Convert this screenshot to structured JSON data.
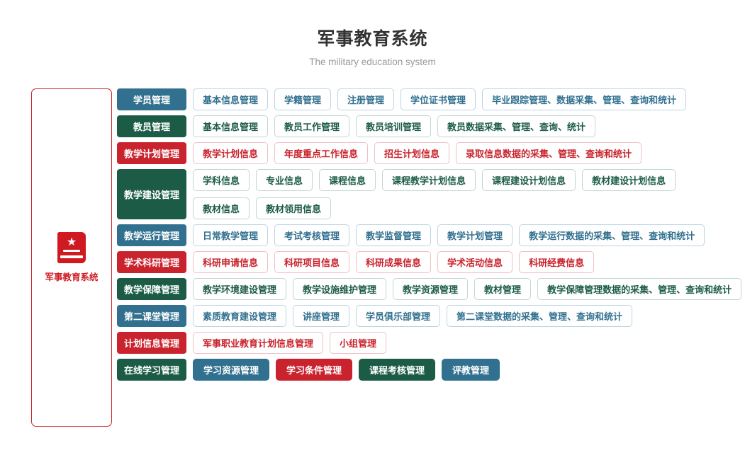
{
  "header": {
    "title": "军事教育系统",
    "subtitle": "The military education system"
  },
  "root": {
    "label": "军事教育系统",
    "icon": "book-star-icon",
    "color": "#cf1a21"
  },
  "colors": {
    "blue": "#31708f",
    "green": "#1c5c47",
    "red": "#c9232d"
  },
  "tree": {
    "rows": [
      {
        "parent": "学员管理",
        "color": "blue",
        "lines": [
          [
            "基本信息管理",
            "学籍管理",
            "注册管理",
            "学位证书管理",
            "毕业跟踪管理、数据采集、管理、查询和统计"
          ]
        ]
      },
      {
        "parent": "教员管理",
        "color": "green",
        "lines": [
          [
            "基本信息管理",
            "教员工作管理",
            "教员培训管理",
            "教员数据采集、管理、查询、统计"
          ]
        ]
      },
      {
        "parent": "教学计划管理",
        "color": "red",
        "lines": [
          [
            "教学计划信息",
            "年度重点工作信息",
            "招生计划信息",
            "录取信息数据的采集、管理、查询和统计"
          ]
        ]
      },
      {
        "parent": "教学建设管理",
        "color": "green",
        "lines": [
          [
            "学科信息",
            "专业信息",
            "课程信息",
            "课程教学计划信息",
            "课程建设计划信息",
            "教材建设计划信息"
          ],
          [
            "教材信息",
            "教材领用信息"
          ]
        ]
      },
      {
        "parent": "教学运行管理",
        "color": "blue",
        "lines": [
          [
            "日常教学管理",
            "考试考核管理",
            "教学监督管理",
            "教学计划管理",
            "教学运行数据的采集、管理、查询和统计"
          ]
        ]
      },
      {
        "parent": "学术科研管理",
        "color": "red",
        "lines": [
          [
            "科研申请信息",
            "科研项目信息",
            "科研成果信息",
            "学术活动信息",
            "科研经费信息"
          ]
        ]
      },
      {
        "parent": "教学保障管理",
        "color": "green",
        "lines": [
          [
            "教学环境建设管理",
            "教学设施维护管理",
            "教学资源管理",
            "教材管理",
            "教学保障管理数据的采集、管理、查询和统计"
          ]
        ]
      },
      {
        "parent": "第二课堂管理",
        "color": "blue",
        "lines": [
          [
            "素质教育建设管理",
            "讲座管理",
            "学员俱乐部管理",
            "第二课堂数据的采集、管理、查询和统计"
          ]
        ]
      },
      {
        "parent": "计划信息管理",
        "color": "red",
        "lines": [
          [
            "军事职业教育计划信息管理",
            "小组管理"
          ]
        ]
      },
      {
        "parent": "在线学习管理",
        "color": "green",
        "solid_children": true,
        "lines": [
          [
            {
              "label": "学习资源管理",
              "color": "blue"
            },
            {
              "label": "学习条件管理",
              "color": "red"
            },
            {
              "label": "课程考核管理",
              "color": "green"
            },
            {
              "label": "评教管理",
              "color": "blue"
            }
          ]
        ]
      }
    ]
  }
}
